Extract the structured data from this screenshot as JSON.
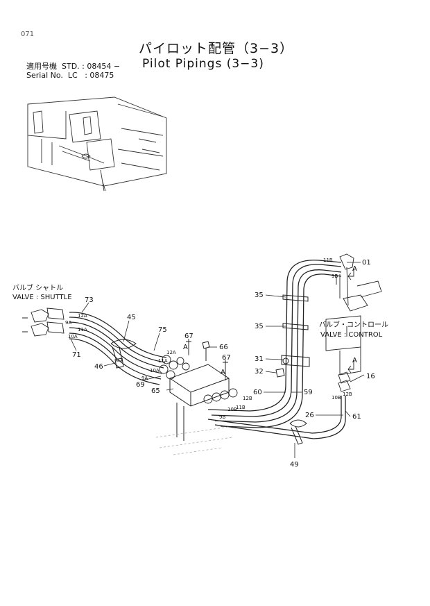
{
  "page_number": "071",
  "title_jp": "パイロット配管（3−3）",
  "title_en": "Pilot Pipings (3−3)",
  "serial": {
    "row1_label": "適用号機",
    "row1_model": "STD.",
    "row1_value": ": 08454 −",
    "row2_label": "Serial No.",
    "row2_model": "LC",
    "row2_value": ": 08475"
  },
  "component_labels": {
    "shuttle_jp": "バルブ シャトル",
    "shuttle_en": "VALVE : SHUTTLE",
    "control_jp": "バルブ・コントロール",
    "control_en": "VALVE : CONTROL"
  },
  "callouts": {
    "c01": "01",
    "c35a": "35",
    "c35b": "35",
    "c31": "31",
    "c32": "32",
    "c60": "60",
    "c59": "59",
    "c26": "26",
    "c61": "61",
    "c49": "49",
    "c16": "16",
    "c73": "73",
    "c45": "45",
    "c75": "75",
    "c67a": "67",
    "c66": "66",
    "c67b": "67",
    "c71": "71",
    "c46": "46",
    "c69": "69",
    "c65": "65",
    "cA1": "A",
    "cA2": "A",
    "cA3": "A",
    "cA4": "A"
  },
  "port_labels": {
    "p11b_top": "11B",
    "p9b_top": "9B",
    "p12a_s": "12A",
    "p9a_s": "9A",
    "p11a_s": "11A",
    "p10a_s": "10A",
    "p12a": "12A",
    "p11a": "11A",
    "p10a": "10A",
    "p9a": "9A",
    "p12b": "12B",
    "p11b": "11B",
    "p10b": "10B",
    "p9b": "9B",
    "p10b_r": "10B",
    "p12b_r": "12B"
  }
}
